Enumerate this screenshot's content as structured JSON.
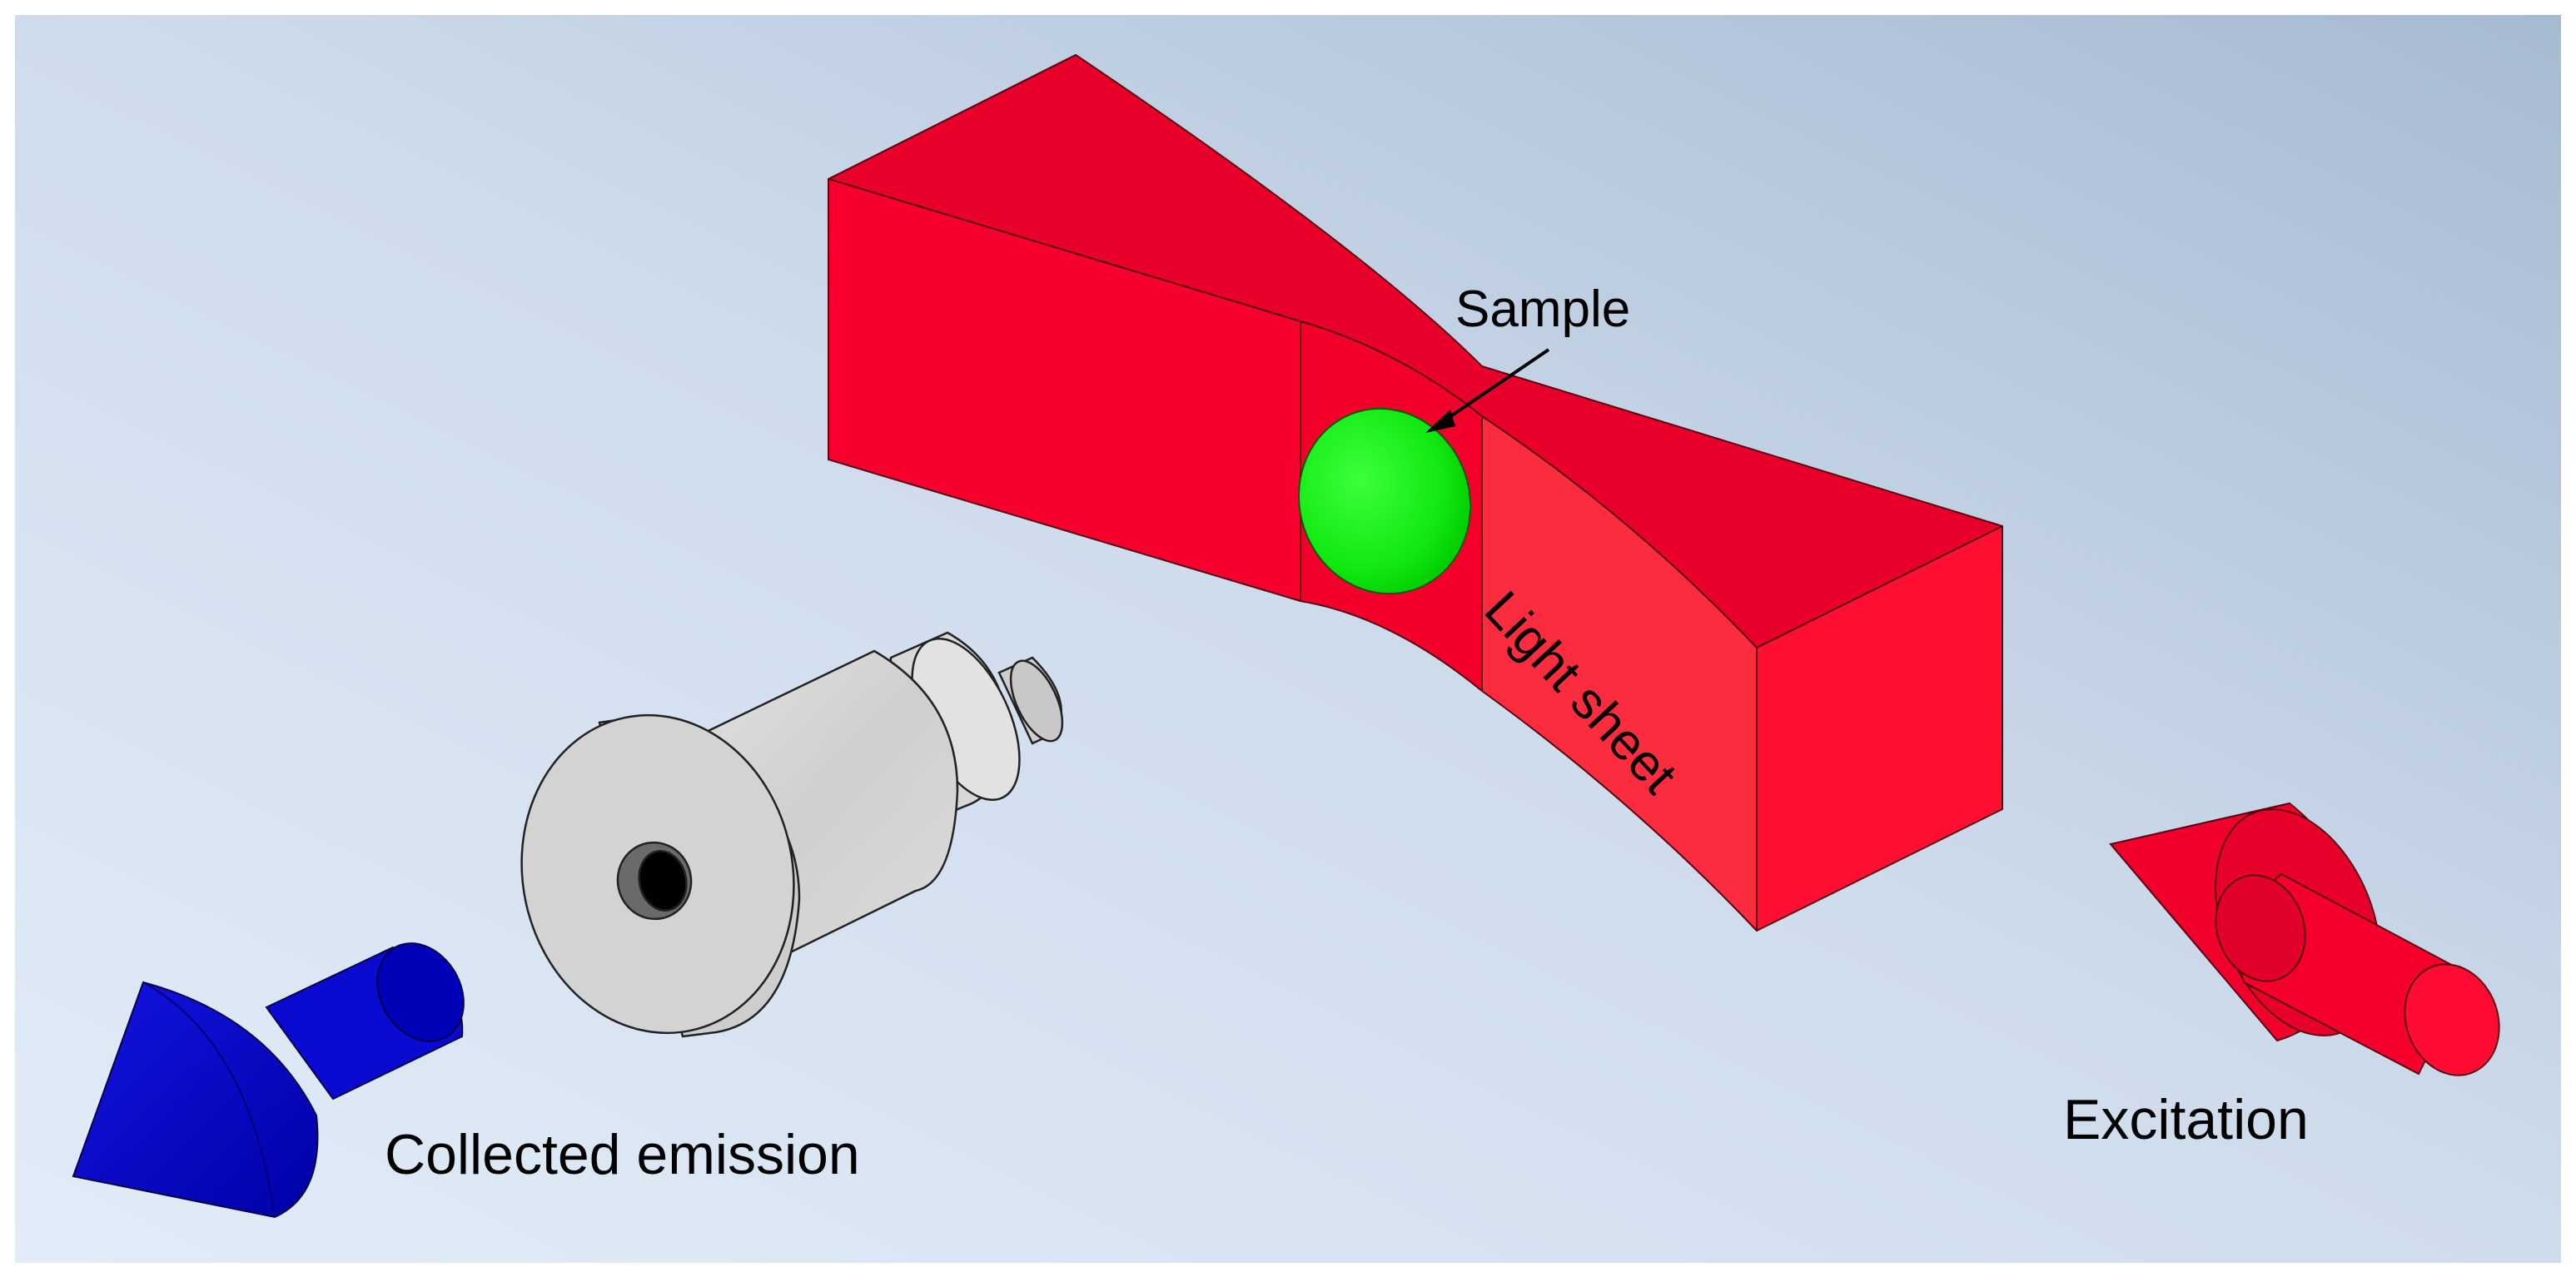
{
  "labels": {
    "sample": "Sample",
    "light_sheet": "Light sheet",
    "collected_emission": "Collected emission",
    "excitation": "Excitation"
  },
  "colors": {
    "background_light": "#dce8f6",
    "background_dark": "#a9bdd4",
    "sheet_red": "#f5002a",
    "sheet_red_dark": "#e20026",
    "sample_green": "#22ee22",
    "emission_blue": "#0808c8",
    "excitation_red": "#f2002c",
    "objective_gray": "#d4d4d4",
    "text": "#000000"
  },
  "icons": {
    "emission_arrow": "arrow-left-down-icon",
    "excitation_arrow": "arrow-left-up-icon",
    "objective": "objective-lens-icon"
  }
}
